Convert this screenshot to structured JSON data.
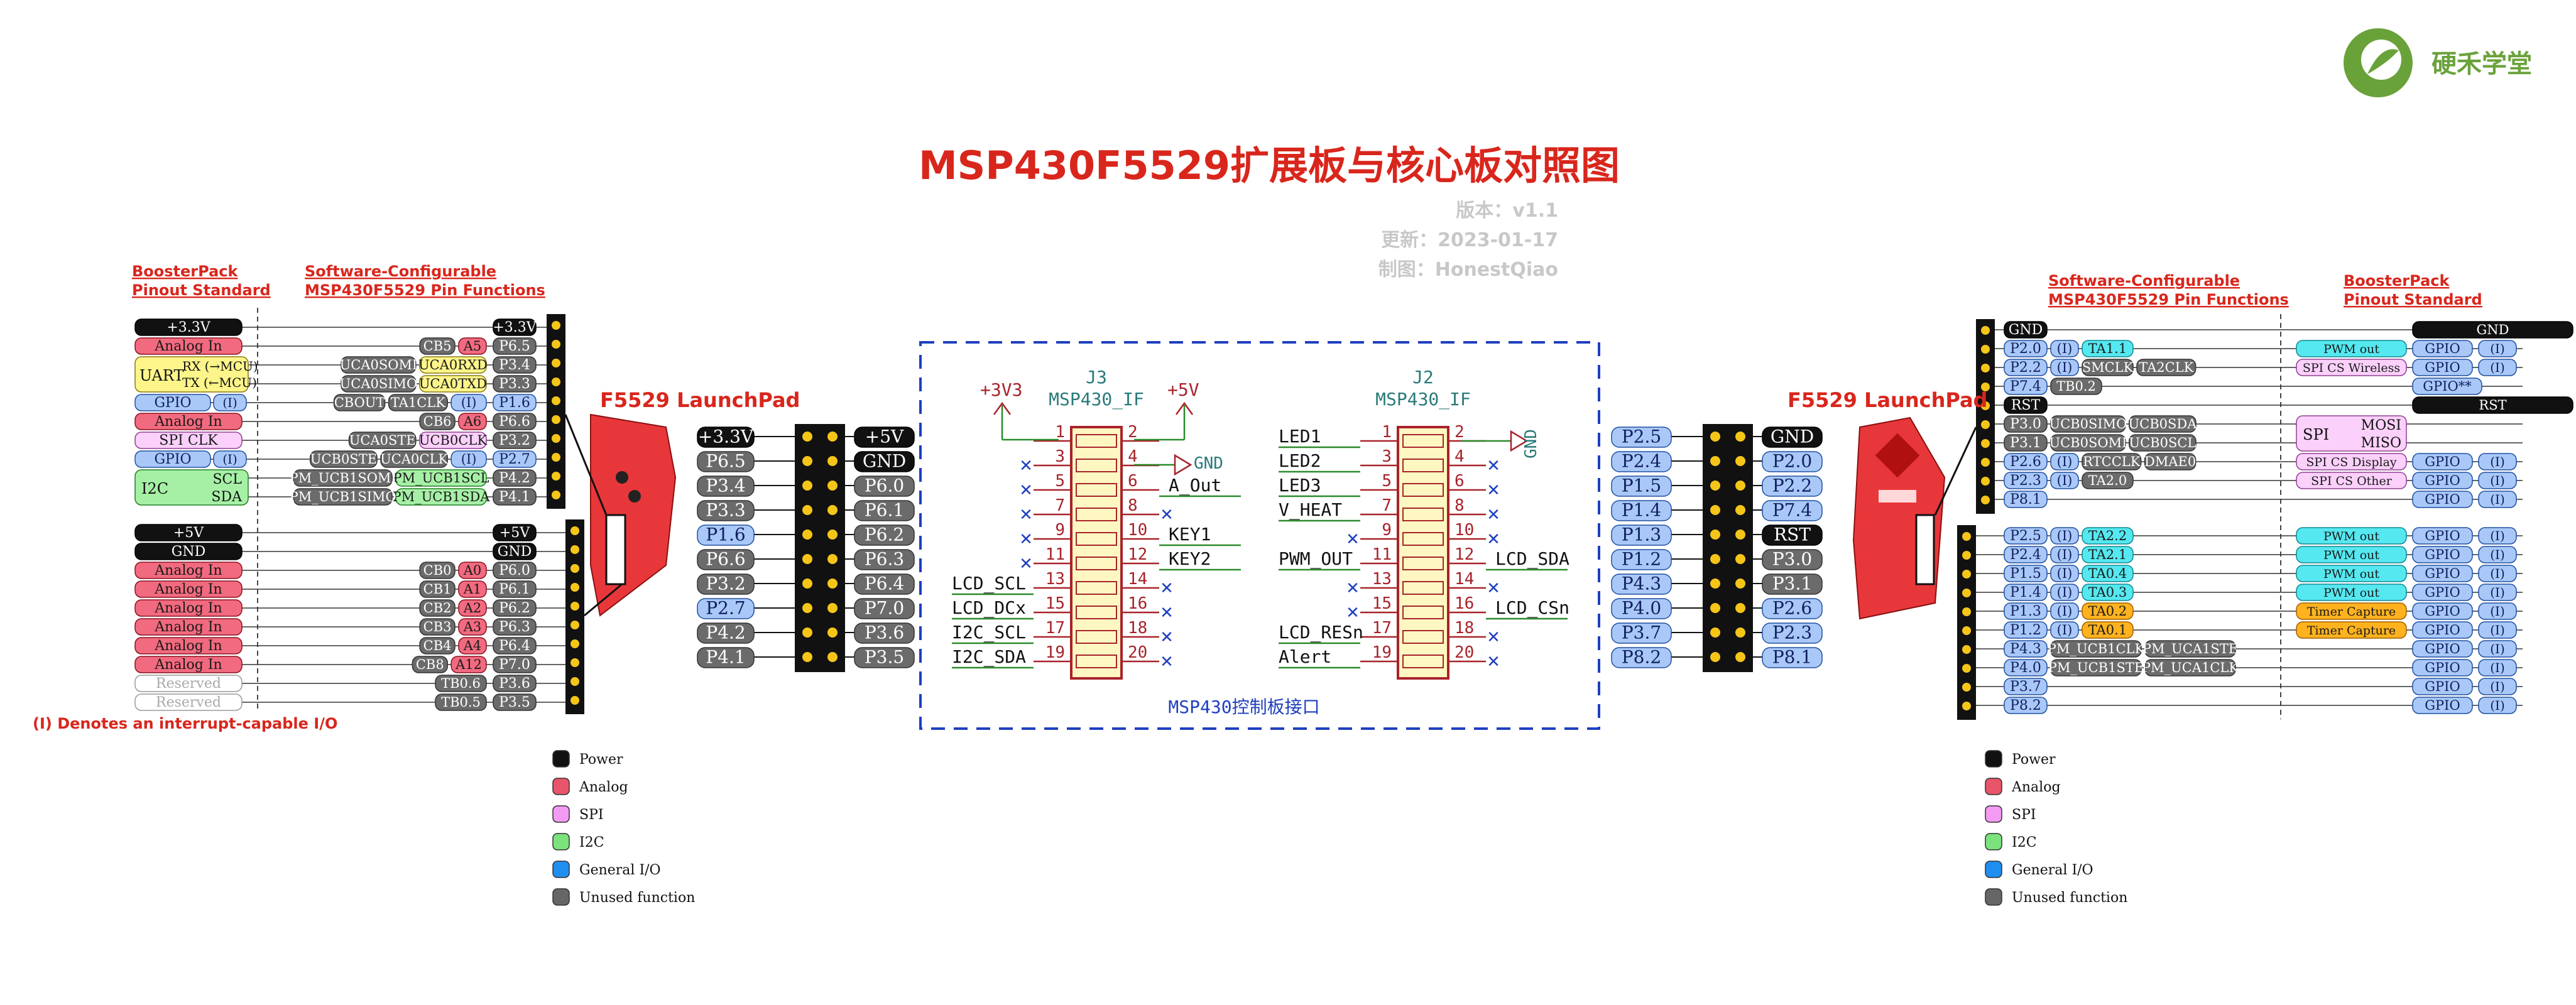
{
  "header": {
    "title": "MSP430F5529扩展板与核心板对照图",
    "version": "版本：v1.1",
    "updated": "更新：2023-01-17",
    "author": "制图：HonestQiao",
    "logo_text": "硬禾学堂"
  },
  "left_panel": {
    "col_label_std": [
      "BoosterPack",
      "Pinout Standard"
    ],
    "col_label_fn": [
      "Software-Configurable",
      "MSP430F5529 Pin Functions"
    ],
    "interrupt_note": "(I) Denotes an interrupt-capable I/O",
    "launchpad_label": "F5529 LaunchPad",
    "uart_rx": "RX (→MCU)",
    "uart_tx": "TX (←MCU)",
    "i2c_scl": "SCL",
    "i2c_sda": "SDA",
    "rows_top": [
      {
        "std": "+3.3V",
        "std_type": "power",
        "funcs": [],
        "pin": "+3.3V",
        "pin_type": "power"
      },
      {
        "std": "Analog In",
        "std_type": "analog",
        "funcs": [
          [
            "CB5",
            "gray"
          ],
          [
            "A5",
            "analog"
          ]
        ],
        "pin": "P6.5",
        "pin_type": "gray"
      },
      {
        "std": "UART",
        "std_type": "uart",
        "funcs": [
          [
            "UCA0SOMI",
            "gray"
          ],
          [
            "UCA0RXD",
            "uart"
          ]
        ],
        "pin": "P3.4",
        "pin_type": "gray"
      },
      {
        "std": "",
        "std_type": "none",
        "funcs": [
          [
            "UCA0SIMO",
            "gray"
          ],
          [
            "UCA0TXD",
            "uart"
          ]
        ],
        "pin": "P3.3",
        "pin_type": "gray"
      },
      {
        "std": "GPIO",
        "std_type": "gpio",
        "funcs": [
          [
            "CBOUT",
            "gray"
          ],
          [
            "TA1CLK",
            "gray"
          ],
          [
            "(I)",
            "gpio"
          ]
        ],
        "pin": "P1.6",
        "pin_type": "gpio",
        "std_i": "(I)"
      },
      {
        "std": "Analog In",
        "std_type": "analog",
        "funcs": [
          [
            "CB6",
            "gray"
          ],
          [
            "A6",
            "analog"
          ]
        ],
        "pin": "P6.6",
        "pin_type": "gray"
      },
      {
        "std": "SPI CLK",
        "std_type": "spi",
        "funcs": [
          [
            "UCA0STE",
            "gray"
          ],
          [
            "UCB0CLK",
            "spi"
          ]
        ],
        "pin": "P3.2",
        "pin_type": "gray"
      },
      {
        "std": "GPIO",
        "std_type": "gpio",
        "funcs": [
          [
            "UCB0STE",
            "gray"
          ],
          [
            "UCA0CLK",
            "gray"
          ],
          [
            "(I)",
            "gpio"
          ]
        ],
        "pin": "P2.7",
        "pin_type": "gpio",
        "std_i": "(I)"
      },
      {
        "std": "I2C",
        "std_type": "i2c",
        "funcs": [
          [
            "PM_UCB1SOMI",
            "gray"
          ],
          [
            "PM_UCB1SCL",
            "i2c"
          ]
        ],
        "pin": "P4.2",
        "pin_type": "gray"
      },
      {
        "std": "",
        "std_type": "none",
        "funcs": [
          [
            "PM_UCB1SIMO",
            "gray"
          ],
          [
            "PM_UCB1SDA",
            "i2c"
          ]
        ],
        "pin": "P4.1",
        "pin_type": "gray"
      }
    ],
    "rows_bottom": [
      {
        "std": "+5V",
        "std_type": "power",
        "funcs": [],
        "pin": "+5V",
        "pin_type": "power"
      },
      {
        "std": "GND",
        "std_type": "power",
        "funcs": [],
        "pin": "GND",
        "pin_type": "power"
      },
      {
        "std": "Analog In",
        "std_type": "analog",
        "funcs": [
          [
            "CB0",
            "gray"
          ],
          [
            "A0",
            "analog"
          ]
        ],
        "pin": "P6.0",
        "pin_type": "gray"
      },
      {
        "std": "Analog In",
        "std_type": "analog",
        "funcs": [
          [
            "CB1",
            "gray"
          ],
          [
            "A1",
            "analog"
          ]
        ],
        "pin": "P6.1",
        "pin_type": "gray"
      },
      {
        "std": "Analog In",
        "std_type": "analog",
        "funcs": [
          [
            "CB2",
            "gray"
          ],
          [
            "A2",
            "analog"
          ]
        ],
        "pin": "P6.2",
        "pin_type": "gray"
      },
      {
        "std": "Analog In",
        "std_type": "analog",
        "funcs": [
          [
            "CB3",
            "gray"
          ],
          [
            "A3",
            "analog"
          ]
        ],
        "pin": "P6.3",
        "pin_type": "gray"
      },
      {
        "std": "Analog In",
        "std_type": "analog",
        "funcs": [
          [
            "CB4",
            "gray"
          ],
          [
            "A4",
            "analog"
          ]
        ],
        "pin": "P6.4",
        "pin_type": "gray"
      },
      {
        "std": "Analog In",
        "std_type": "analog",
        "funcs": [
          [
            "CB8",
            "gray"
          ],
          [
            "A12",
            "analog"
          ]
        ],
        "pin": "P7.0",
        "pin_type": "gray"
      },
      {
        "std": "Reserved",
        "std_type": "reserved",
        "funcs": [
          [
            "TB0.6",
            "gray"
          ]
        ],
        "pin": "P3.6",
        "pin_type": "gray"
      },
      {
        "std": "Reserved",
        "std_type": "reserved",
        "funcs": [
          [
            "TB0.5",
            "gray"
          ]
        ],
        "pin": "P3.5",
        "pin_type": "gray"
      }
    ]
  },
  "left_header": {
    "left": [
      [
        "+3.3V",
        "power"
      ],
      [
        "P6.5",
        "gray"
      ],
      [
        "P3.4",
        "gray"
      ],
      [
        "P3.3",
        "gray"
      ],
      [
        "P1.6",
        "gpio"
      ],
      [
        "P6.6",
        "gray"
      ],
      [
        "P3.2",
        "gray"
      ],
      [
        "P2.7",
        "gpio"
      ],
      [
        "P4.2",
        "gray"
      ],
      [
        "P4.1",
        "gray"
      ]
    ],
    "right": [
      [
        "+5V",
        "power"
      ],
      [
        "GND",
        "power"
      ],
      [
        "P6.0",
        "gray"
      ],
      [
        "P6.1",
        "gray"
      ],
      [
        "P6.2",
        "gray"
      ],
      [
        "P6.3",
        "gray"
      ],
      [
        "P6.4",
        "gray"
      ],
      [
        "P7.0",
        "gray"
      ],
      [
        "P3.6",
        "gray"
      ],
      [
        "P3.5",
        "gray"
      ]
    ]
  },
  "schematic": {
    "caption": "MSP430控制板接口",
    "j3": {
      "ref": "J3",
      "name": "MSP430_IF",
      "power_left": "+3V3",
      "power_right": "+5V",
      "gnd": "GND",
      "left_pins": [
        "1",
        "3",
        "5",
        "7",
        "9",
        "11",
        "13",
        "15",
        "17",
        "19"
      ],
      "right_pins": [
        "2",
        "4",
        "6",
        "8",
        "10",
        "12",
        "14",
        "16",
        "18",
        "20"
      ],
      "left_nets": [
        "",
        "",
        "",
        "",
        "",
        "",
        "LCD_SCL",
        "LCD_DCx",
        "I2C_SCL",
        "I2C_SDA"
      ],
      "right_nets": [
        "",
        "",
        "A_Out",
        "",
        "KEY1",
        "KEY2",
        "",
        "",
        "",
        ""
      ]
    },
    "j2": {
      "ref": "J2",
      "name": "MSP430_IF",
      "gnd": "GND",
      "left_pins": [
        "1",
        "3",
        "5",
        "7",
        "9",
        "11",
        "13",
        "15",
        "17",
        "19"
      ],
      "right_pins": [
        "2",
        "4",
        "6",
        "8",
        "10",
        "12",
        "14",
        "16",
        "18",
        "20"
      ],
      "left_nets": [
        "LED1",
        "LED2",
        "LED3",
        "V_HEAT",
        "",
        "PWM_OUT",
        "",
        "",
        "LCD_RESn",
        "Alert"
      ],
      "right_nets": [
        "",
        "",
        "",
        "",
        "",
        "LCD_SDA",
        "",
        "LCD_CSn",
        "",
        ""
      ]
    }
  },
  "right_header": {
    "left": [
      [
        "P2.5",
        "gpio"
      ],
      [
        "P2.4",
        "gpio"
      ],
      [
        "P1.5",
        "gpio"
      ],
      [
        "P1.4",
        "gpio"
      ],
      [
        "P1.3",
        "gpio"
      ],
      [
        "P1.2",
        "gpio"
      ],
      [
        "P4.3",
        "gpio"
      ],
      [
        "P4.0",
        "gpio"
      ],
      [
        "P3.7",
        "gpio"
      ],
      [
        "P8.2",
        "gpio"
      ]
    ],
    "right": [
      [
        "GND",
        "power"
      ],
      [
        "P2.0",
        "gpio"
      ],
      [
        "P2.2",
        "gpio"
      ],
      [
        "P7.4",
        "gpio"
      ],
      [
        "RST",
        "power"
      ],
      [
        "P3.0",
        "gray"
      ],
      [
        "P3.1",
        "gray"
      ],
      [
        "P2.6",
        "gpio"
      ],
      [
        "P2.3",
        "gpio"
      ],
      [
        "P8.1",
        "gpio"
      ]
    ]
  },
  "right_panel": {
    "col_label_fn": [
      "Software-Configurable",
      "MSP430F5529 Pin Functions"
    ],
    "col_label_std": [
      "BoosterPack",
      "Pinout Standard"
    ],
    "launchpad_label": "F5529 LaunchPad",
    "spi_mosi": "MOSI",
    "spi_miso": "MISO",
    "spi_label": "SPI",
    "rows_top": [
      {
        "pin": "GND",
        "pin_type": "power",
        "funcs": [],
        "std": [
          [
            "",
            "none"
          ],
          [
            "GND",
            "power"
          ]
        ]
      },
      {
        "pin": "P2.0",
        "pin_type": "gpio",
        "funcs": [
          [
            "(I)",
            "gpio"
          ],
          [
            "TA1.1",
            "cyan"
          ]
        ],
        "std": [
          [
            "PWM out",
            "cyan"
          ],
          [
            "GPIO",
            "gpio"
          ],
          [
            "(I)",
            "gpio"
          ]
        ]
      },
      {
        "pin": "P2.2",
        "pin_type": "gpio",
        "funcs": [
          [
            "(I)",
            "gpio"
          ],
          [
            "SMCLK",
            "gray"
          ],
          [
            "TA2CLK",
            "gray"
          ]
        ],
        "std": [
          [
            "SPI CS Wireless",
            "spi"
          ],
          [
            "GPIO",
            "gpio"
          ],
          [
            "(I)",
            "gpio"
          ]
        ]
      },
      {
        "pin": "P7.4",
        "pin_type": "gpio",
        "funcs": [
          [
            "TB0.2",
            "gray"
          ]
        ],
        "std": [
          [
            "",
            "none"
          ],
          [
            "GPIO**",
            "gpio"
          ]
        ]
      },
      {
        "pin": "RST",
        "pin_type": "power",
        "funcs": [],
        "std": [
          [
            "",
            "none"
          ],
          [
            "RST",
            "power"
          ]
        ]
      },
      {
        "pin": "P3.0",
        "pin_type": "gray",
        "funcs": [
          [
            "UCB0SIMO",
            "gray"
          ],
          [
            "UCB0SDA",
            "gray"
          ]
        ],
        "std": [
          [
            "SPI MOSI",
            "spi2"
          ]
        ]
      },
      {
        "pin": "P3.1",
        "pin_type": "gray",
        "funcs": [
          [
            "UCB0SOMI",
            "gray"
          ],
          [
            "UCB0SCL",
            "gray"
          ]
        ],
        "std": []
      },
      {
        "pin": "P2.6",
        "pin_type": "gpio",
        "funcs": [
          [
            "(I)",
            "gpio"
          ],
          [
            "RTCCLK",
            "gray"
          ],
          [
            "DMAE0",
            "gray"
          ]
        ],
        "std": [
          [
            "SPI CS Display",
            "spi"
          ],
          [
            "GPIO",
            "gpio"
          ],
          [
            "(I)",
            "gpio"
          ]
        ]
      },
      {
        "pin": "P2.3",
        "pin_type": "gpio",
        "funcs": [
          [
            "(I)",
            "gpio"
          ],
          [
            "TA2.0",
            "gray"
          ]
        ],
        "std": [
          [
            "SPI CS Other",
            "spi"
          ],
          [
            "GPIO",
            "gpio"
          ],
          [
            "(I)",
            "gpio"
          ]
        ]
      },
      {
        "pin": "P8.1",
        "pin_type": "gpio",
        "funcs": [],
        "std": [
          [
            "",
            "none"
          ],
          [
            "GPIO",
            "gpio"
          ],
          [
            "(I)",
            "gpio"
          ]
        ]
      }
    ],
    "rows_bottom": [
      {
        "pin": "P2.5",
        "pin_type": "gpio",
        "funcs": [
          [
            "(I)",
            "gpio"
          ],
          [
            "TA2.2",
            "cyan"
          ]
        ],
        "std": [
          [
            "PWM out",
            "cyan"
          ],
          [
            "GPIO",
            "gpio"
          ],
          [
            "(I)",
            "gpio"
          ]
        ]
      },
      {
        "pin": "P2.4",
        "pin_type": "gpio",
        "funcs": [
          [
            "(I)",
            "gpio"
          ],
          [
            "TA2.1",
            "cyan"
          ]
        ],
        "std": [
          [
            "PWM out",
            "cyan"
          ],
          [
            "GPIO",
            "gpio"
          ],
          [
            "(I)",
            "gpio"
          ]
        ]
      },
      {
        "pin": "P1.5",
        "pin_type": "gpio",
        "funcs": [
          [
            "(I)",
            "gpio"
          ],
          [
            "TA0.4",
            "cyan"
          ]
        ],
        "std": [
          [
            "PWM out",
            "cyan"
          ],
          [
            "GPIO",
            "gpio"
          ],
          [
            "(I)",
            "gpio"
          ]
        ]
      },
      {
        "pin": "P1.4",
        "pin_type": "gpio",
        "funcs": [
          [
            "(I)",
            "gpio"
          ],
          [
            "TA0.3",
            "cyan"
          ]
        ],
        "std": [
          [
            "PWM out",
            "cyan"
          ],
          [
            "GPIO",
            "gpio"
          ],
          [
            "(I)",
            "gpio"
          ]
        ]
      },
      {
        "pin": "P1.3",
        "pin_type": "gpio",
        "funcs": [
          [
            "(I)",
            "gpio"
          ],
          [
            "TA0.2",
            "orange"
          ]
        ],
        "std": [
          [
            "Timer Capture",
            "orange"
          ],
          [
            "GPIO",
            "gpio"
          ],
          [
            "(I)",
            "gpio"
          ]
        ]
      },
      {
        "pin": "P1.2",
        "pin_type": "gpio",
        "funcs": [
          [
            "(I)",
            "gpio"
          ],
          [
            "TA0.1",
            "orange"
          ]
        ],
        "std": [
          [
            "Timer Capture",
            "orange"
          ],
          [
            "GPIO",
            "gpio"
          ],
          [
            "(I)",
            "gpio"
          ]
        ]
      },
      {
        "pin": "P4.3",
        "pin_type": "gpio",
        "funcs": [
          [
            "PM_UCB1CLK",
            "gray"
          ],
          [
            "PM_UCA1STE",
            "gray"
          ]
        ],
        "std": [
          [
            "",
            "none"
          ],
          [
            "GPIO",
            "gpio"
          ],
          [
            "(I)",
            "gpio"
          ]
        ]
      },
      {
        "pin": "P4.0",
        "pin_type": "gpio",
        "funcs": [
          [
            "PM_UCB1STE",
            "gray"
          ],
          [
            "PM_UCA1CLK",
            "gray"
          ]
        ],
        "std": [
          [
            "",
            "none"
          ],
          [
            "GPIO",
            "gpio"
          ],
          [
            "(I)",
            "gpio"
          ]
        ]
      },
      {
        "pin": "P3.7",
        "pin_type": "gpio",
        "funcs": [],
        "std": [
          [
            "",
            "none"
          ],
          [
            "GPIO",
            "gpio"
          ],
          [
            "(I)",
            "gpio"
          ]
        ]
      },
      {
        "pin": "P8.2",
        "pin_type": "gpio",
        "funcs": [],
        "std": [
          [
            "",
            "none"
          ],
          [
            "GPIO",
            "gpio"
          ],
          [
            "(I)",
            "gpio"
          ]
        ]
      }
    ]
  },
  "legend": [
    {
      "label": "Power",
      "color": "#111111"
    },
    {
      "label": "Analog",
      "color": "#e8546a"
    },
    {
      "label": "SPI",
      "color": "#f39af3"
    },
    {
      "label": "I2C",
      "color": "#7be37b"
    },
    {
      "label": "General I/O",
      "color": "#1e8ff0"
    },
    {
      "label": "Unused function",
      "color": "#666666"
    }
  ],
  "colors": {
    "title": "#d9261c",
    "red_label": "#d9261c",
    "power_bg": "#111111",
    "analog_bg": "#f26a7f",
    "uart_bg": "#fdf58a",
    "gpio_bg": "#a9c8f8",
    "spi_bg": "#fbd0fb",
    "i2c_bg": "#a6f0a6",
    "gray_bg": "#6b6b6b",
    "cyan_bg": "#55e8f0",
    "orange_bg": "#ffb21e",
    "schematic_red": "#a8232a",
    "schematic_teal": "#2a7a7a",
    "schematic_green": "#2a8a2a",
    "schematic_blue": "#1f3fbf",
    "board_red": "#e8373a",
    "logo_green": "#6aa23a"
  }
}
